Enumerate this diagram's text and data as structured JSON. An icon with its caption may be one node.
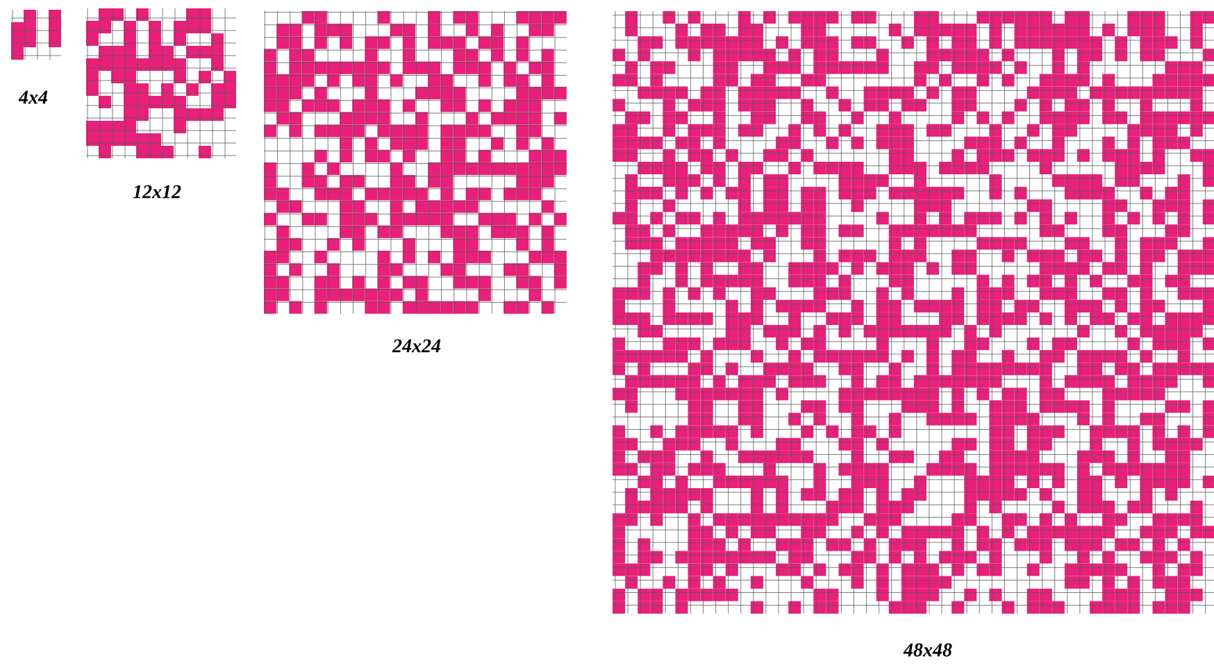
{
  "diagram": {
    "nodes": [
      {
        "text": [
          "4x4"
        ]
      },
      {
        "text": [
          "12x12"
        ]
      },
      {
        "text": [
          "24x24"
        ]
      },
      {
        "text": [
          "48x48"
        ]
      }
    ]
  }
}
